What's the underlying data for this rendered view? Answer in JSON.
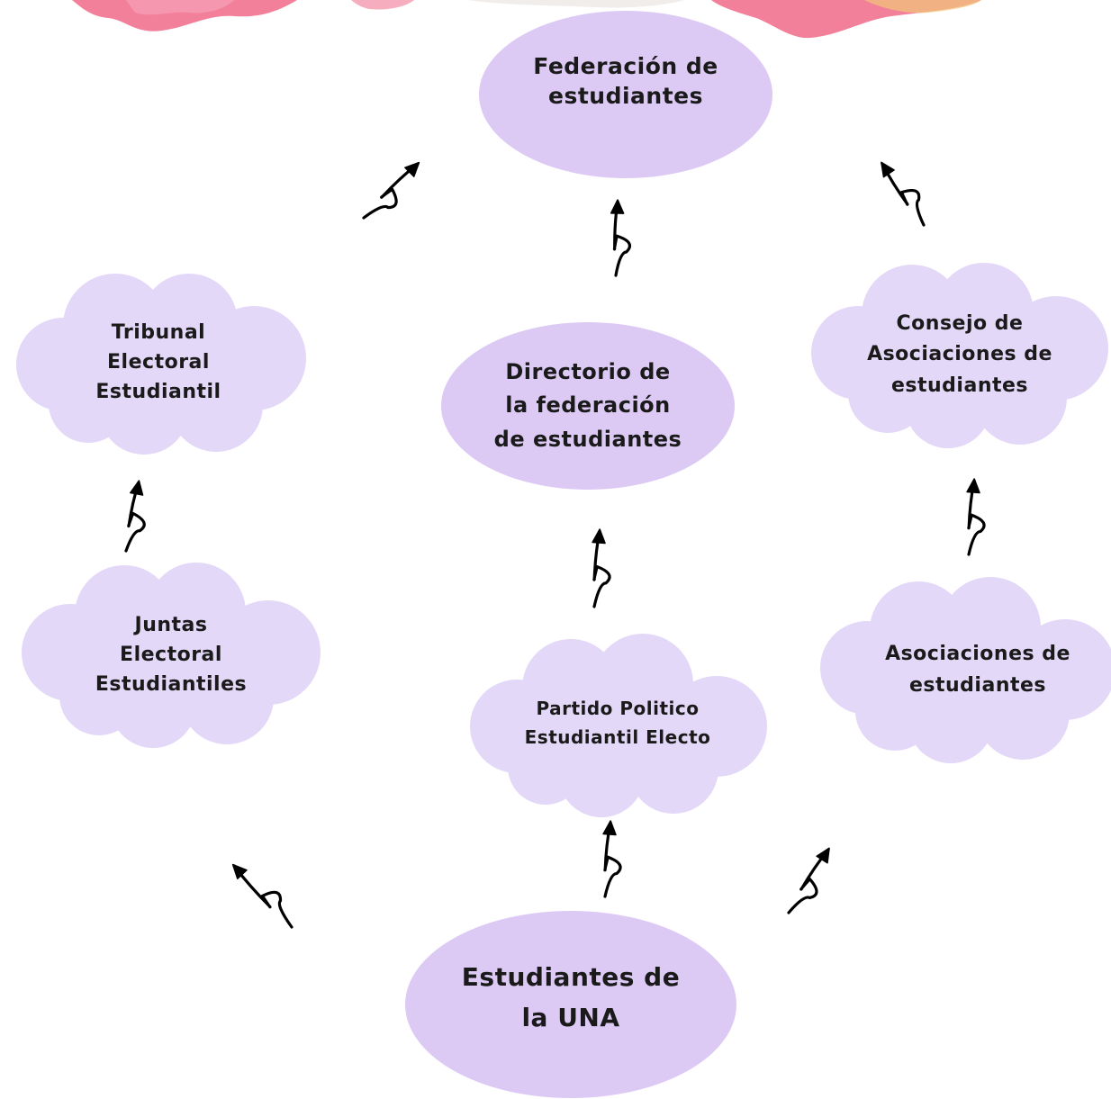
{
  "colors": {
    "ellipse_fill": "#dccaf5",
    "cloud_fill": "#e4d8f8",
    "arrow": "#000000",
    "decoration_pink": "#f06a8a"
  },
  "nodes": {
    "federacion": {
      "shape": "ellipse",
      "lines": [
        "Federación de",
        "estudiantes"
      ]
    },
    "directorio": {
      "shape": "ellipse",
      "lines": [
        "Directorio de",
        "la federación",
        "de estudiantes"
      ]
    },
    "estudiantes_una": {
      "shape": "ellipse",
      "lines": [
        "Estudiantes de",
        "la UNA"
      ]
    },
    "tribunal": {
      "shape": "cloud",
      "lines": [
        "Tribunal",
        "Electoral",
        "Estudiantil"
      ]
    },
    "consejo": {
      "shape": "cloud",
      "lines": [
        "Consejo de",
        "Asociaciones de",
        "estudiantes"
      ]
    },
    "juntas": {
      "shape": "cloud",
      "lines": [
        "Juntas",
        "Electoral",
        "Estudiantiles"
      ]
    },
    "partido": {
      "shape": "cloud",
      "lines": [
        "Partido Politico",
        "Estudiantil Electo"
      ]
    },
    "asociaciones": {
      "shape": "cloud",
      "lines": [
        "Asociaciones de",
        "estudiantes"
      ]
    }
  },
  "edges": [
    {
      "from": "directorio",
      "to": "federacion"
    },
    {
      "from": "tribunal",
      "to": "federacion"
    },
    {
      "from": "consejo",
      "to": "federacion"
    },
    {
      "from": "juntas",
      "to": "tribunal"
    },
    {
      "from": "partido",
      "to": "directorio"
    },
    {
      "from": "asociaciones",
      "to": "consejo"
    },
    {
      "from": "estudiantes_una",
      "to": "juntas"
    },
    {
      "from": "estudiantes_una",
      "to": "partido"
    },
    {
      "from": "estudiantes_una",
      "to": "asociaciones"
    }
  ]
}
